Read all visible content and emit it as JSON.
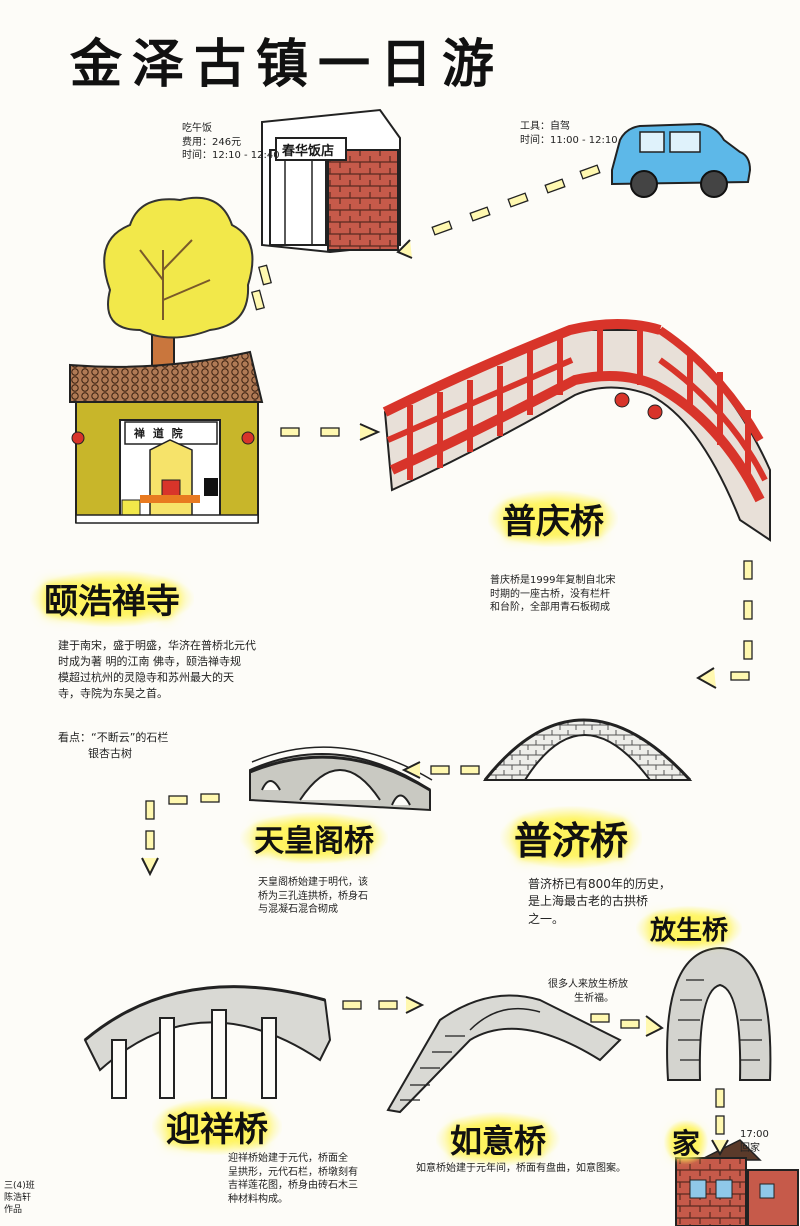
{
  "title": "金泽古镇一日游",
  "labels": {
    "puqing": "普庆桥",
    "yihao": "颐浩禅寺",
    "tianhuang": "天皇阁桥",
    "puji": "普济桥",
    "fangsheng": "放生桥",
    "yingxiang": "迎祥桥",
    "ruyi": "如意桥",
    "home": "家"
  },
  "signs": {
    "restaurant": "春华饭店",
    "temple": "禅 道 院"
  },
  "notes": {
    "transport": [
      "工具：自驾",
      "时间：11:00 - 12:10"
    ],
    "lunch": [
      "吃午饭",
      "费用：246元",
      "时间：12:10 - 12:40"
    ],
    "puqing": [
      "普庆桥是1999年复制自北宋",
      "时期的一座古桥，没有栏杆",
      "和台阶，全部用青石板砌成"
    ],
    "yihao": [
      "建于南宋，盛于明盛，华济在普桥北元代",
      "时成为著 明的江南 佛寺，颐浩禅寺规",
      "模超过杭州的灵隐寺和苏州最大的天",
      "寺，寺院为东吴之首。"
    ],
    "yihao_extra": [
      "看点：“不断云”的石栏",
      "银杏古树"
    ],
    "tianhuang": [
      "天皇阁桥始建于明代，该",
      "桥为三孔连拱桥，桥身石",
      "与混凝石混合砌成"
    ],
    "puji": [
      "普济桥已有800年的历史，",
      "是上海最古老的古拱桥",
      "之一。"
    ],
    "fangsheng": [
      "很多人来放生桥放",
      "生祈福。"
    ],
    "yingxiang": [
      "迎祥桥始建于元代，桥面全",
      "呈拱形，元代石栏，桥墩刻有",
      "吉祥莲花图，桥身由砖石木三",
      "种材料构成。"
    ],
    "ruyi": [
      "如意桥始建于元年间，桥面有盘曲，如意图案。"
    ],
    "home_time": "17:00 回家",
    "author": [
      "三(4)班",
      "陈浩轩",
      "作品"
    ]
  },
  "colors": {
    "bridge_red": "#d8342a",
    "tree_yellow": "#f2e84a",
    "highlight": "#fff35a",
    "car_blue": "#5db8e8",
    "brick": "#c65a4a",
    "arrow_fill": "#fff8b0"
  }
}
